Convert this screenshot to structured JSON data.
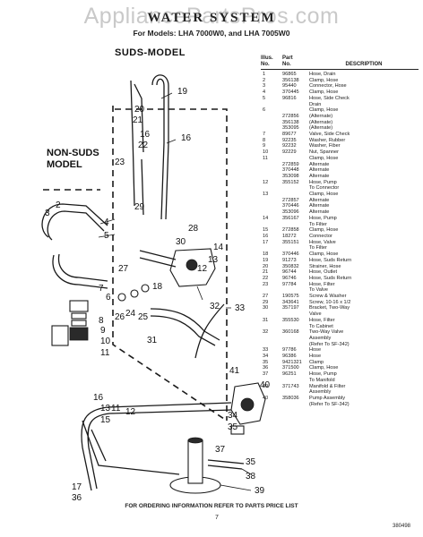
{
  "watermark": "AppliancePartsPros.com",
  "title": "WATER SYSTEM",
  "subtitle": "For Models: LHA 7000W0, and LHA 7005W0",
  "diagram": {
    "suds_model_label": "SUDS-MODEL",
    "non_suds_label_line1": "NON-SUDS",
    "non_suds_label_line2": "MODEL",
    "callouts": [
      "1",
      "2",
      "3",
      "4",
      "5",
      "6",
      "7",
      "8",
      "9",
      "10",
      "11",
      "12",
      "13",
      "14",
      "15",
      "16",
      "17",
      "18",
      "19",
      "20",
      "21",
      "22",
      "23",
      "24",
      "25",
      "26",
      "27",
      "28",
      "29",
      "30",
      "31",
      "32",
      "33",
      "34",
      "35",
      "36",
      "37",
      "38",
      "39",
      "40",
      "41"
    ]
  },
  "parts_table": {
    "col_illus_line1": "Illus.",
    "col_illus_line2": "No.",
    "col_part_line1": "Part",
    "col_part_line2": "No.",
    "col_description": "DESCRIPTION",
    "rows": [
      {
        "illus": "1",
        "part": "96865",
        "desc": "Hose, Drain"
      },
      {
        "illus": "2",
        "part": "356138",
        "desc": "Clamp, Hose"
      },
      {
        "illus": "3",
        "part": "95440",
        "desc": "Connector, Hose"
      },
      {
        "illus": "4",
        "part": "370445",
        "desc": "Clamp, Hose"
      },
      {
        "illus": "5",
        "part": "96816",
        "desc": "Hose, Side Check"
      },
      {
        "illus": "",
        "part": "",
        "desc": "Drain"
      },
      {
        "illus": "6",
        "part": "",
        "desc": "Clamp, Hose"
      },
      {
        "illus": "",
        "part": "272856",
        "desc": "(Alternate)"
      },
      {
        "illus": "",
        "part": "356138",
        "desc": "(Alternate)"
      },
      {
        "illus": "",
        "part": "353095",
        "desc": "(Alternate)"
      },
      {
        "illus": "7",
        "part": "89677",
        "desc": "Valve, Side Check"
      },
      {
        "illus": "8",
        "part": "92235",
        "desc": "Washer, Rubber"
      },
      {
        "illus": "9",
        "part": "92232",
        "desc": "Washer, Fiber"
      },
      {
        "illus": "10",
        "part": "92229",
        "desc": "Nut, Spanner"
      },
      {
        "illus": "11",
        "part": "",
        "desc": "Clamp, Hose"
      },
      {
        "illus": "",
        "part": "272859",
        "desc": "Alternate"
      },
      {
        "illus": "",
        "part": "370448",
        "desc": "Alternate"
      },
      {
        "illus": "",
        "part": "353098",
        "desc": "Alternate"
      },
      {
        "illus": "12",
        "part": "355152",
        "desc": "Hose, Pump"
      },
      {
        "illus": "",
        "part": "",
        "desc": "To Connector"
      },
      {
        "illus": "13",
        "part": "",
        "desc": "Clamp, Hose"
      },
      {
        "illus": "",
        "part": "272857",
        "desc": "Alternate"
      },
      {
        "illus": "",
        "part": "370446",
        "desc": "Alternate"
      },
      {
        "illus": "",
        "part": "353096",
        "desc": "Alternate"
      },
      {
        "illus": "14",
        "part": "356167",
        "desc": "Hose, Pump"
      },
      {
        "illus": "",
        "part": "",
        "desc": "To Filter"
      },
      {
        "illus": "15",
        "part": "272858",
        "desc": "Clamp, Hose"
      },
      {
        "illus": "16",
        "part": "18272",
        "desc": "Connector"
      },
      {
        "illus": "17",
        "part": "355151",
        "desc": "Hose, Valve"
      },
      {
        "illus": "",
        "part": "",
        "desc": "To Filter"
      },
      {
        "illus": "18",
        "part": "370446",
        "desc": "Clamp, Hose"
      },
      {
        "illus": "19",
        "part": "91273",
        "desc": "Hose, Suds Return"
      },
      {
        "illus": "20",
        "part": "350832",
        "desc": "Strainer, Hose"
      },
      {
        "illus": "21",
        "part": "96744",
        "desc": "Hose, Outlet"
      },
      {
        "illus": "22",
        "part": "96746",
        "desc": "Hose, Suds Return"
      },
      {
        "illus": "23",
        "part": "97784",
        "desc": "Hose, Filter"
      },
      {
        "illus": "",
        "part": "",
        "desc": "To Valve"
      },
      {
        "illus": "27",
        "part": "190575",
        "desc": "Screw & Washer"
      },
      {
        "illus": "29",
        "part": "343641",
        "desc": "Screw, 10-16 x 1/2"
      },
      {
        "illus": "30",
        "part": "357197",
        "desc": "Bracket, Two-Way"
      },
      {
        "illus": "",
        "part": "",
        "desc": "Valve"
      },
      {
        "illus": "31",
        "part": "355530",
        "desc": "Hose, Filter"
      },
      {
        "illus": "",
        "part": "",
        "desc": "To Cabinet"
      },
      {
        "illus": "32",
        "part": "360168",
        "desc": "Two-Way Valve"
      },
      {
        "illus": "",
        "part": "",
        "desc": "Assembly"
      },
      {
        "illus": "",
        "part": "",
        "desc": "(Refer To SF-342)"
      },
      {
        "illus": "33",
        "part": "97786",
        "desc": "Hose"
      },
      {
        "illus": "34",
        "part": "96386",
        "desc": "Hose"
      },
      {
        "illus": "35",
        "part": "9421321",
        "desc": "Clamp"
      },
      {
        "illus": "36",
        "part": "371500",
        "desc": "Clamp, Hose"
      },
      {
        "illus": "37",
        "part": "96251",
        "desc": "Hose, Pump"
      },
      {
        "illus": "",
        "part": "",
        "desc": "To Manifold"
      },
      {
        "illus": "39",
        "part": "371743",
        "desc": "Manifold & Filter"
      },
      {
        "illus": "",
        "part": "",
        "desc": "Assembly"
      },
      {
        "illus": "40",
        "part": "358036",
        "desc": "Pump Assembly"
      },
      {
        "illus": "",
        "part": "",
        "desc": "(Refer To SF-342)"
      }
    ]
  },
  "footer_note": "FOR ORDERING INFORMATION REFER TO PARTS PRICE LIST",
  "page_number": "7",
  "doc_number": "380498"
}
